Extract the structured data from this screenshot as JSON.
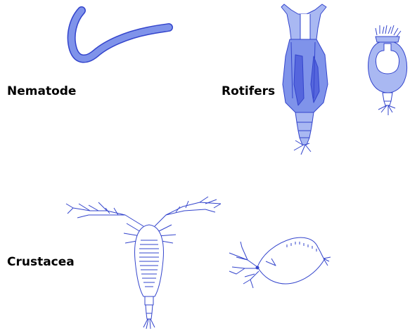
{
  "labels": {
    "nematode": "Nematode",
    "rotifers": "Rotifers",
    "crustacea": "Crustacea"
  },
  "colors": {
    "outline": "#3344cc",
    "fill_light": "#a9b8f2",
    "fill_mid": "#7f93ea",
    "fill_dark": "#5566dd",
    "background": "#ffffff",
    "text": "#000000"
  },
  "illustrations": [
    {
      "group": "nematode",
      "icon": "nematode-worm-icon"
    },
    {
      "group": "rotifers",
      "icon": "elongated-rotifer-icon"
    },
    {
      "group": "rotifers",
      "icon": "round-rotifer-icon"
    },
    {
      "group": "crustacea",
      "icon": "copepod-icon"
    },
    {
      "group": "crustacea",
      "icon": "ostracod-icon"
    }
  ]
}
